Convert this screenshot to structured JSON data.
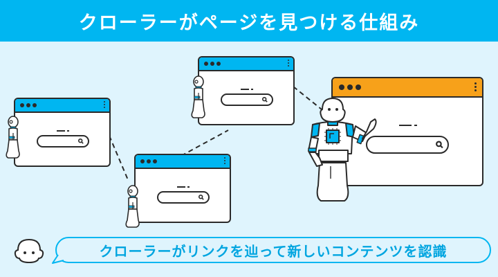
{
  "header": {
    "title": "クローラーがページを見つける仕組み"
  },
  "caption": {
    "text": "クローラーがリンクを辿って新しいコンテンツを認識"
  },
  "colors": {
    "header_bg": "#00b6f1",
    "background": "#dff4fd",
    "window_bar_blue": "#00b6f1",
    "window_bar_orange": "#f7a11a",
    "outline": "#2a2a2a",
    "caption_text": "#00a5e0"
  },
  "windows": [
    {
      "id": "page-1",
      "bar_color": "blue",
      "robot": "small"
    },
    {
      "id": "page-2",
      "bar_color": "blue",
      "robot": "small"
    },
    {
      "id": "page-3",
      "bar_color": "blue",
      "robot": "small"
    },
    {
      "id": "page-new",
      "bar_color": "orange",
      "robot": "large"
    }
  ],
  "icons": [
    "robot-icon",
    "search-icon",
    "kebab-menu-icon",
    "window-dots-icon",
    "robot-avatar-icon"
  ]
}
